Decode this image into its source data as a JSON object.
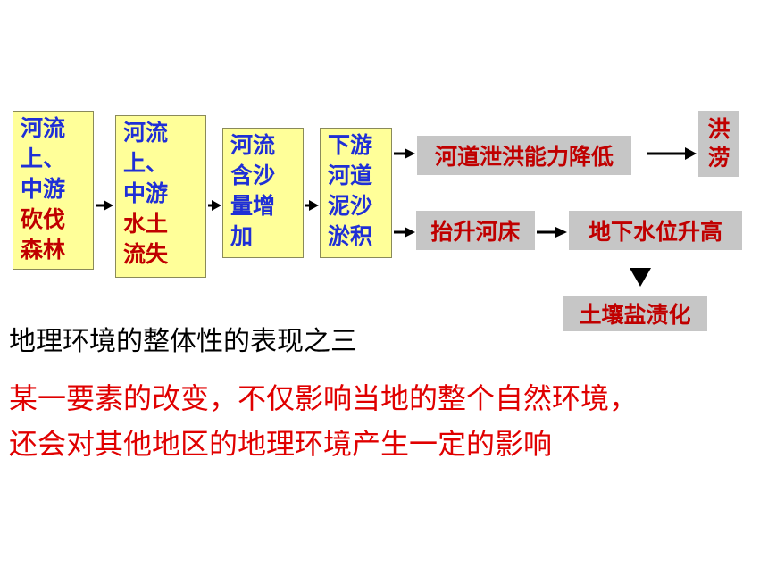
{
  "flow": {
    "box1": [
      "河流",
      "上、",
      "中游",
      "砍伐",
      "森林"
    ],
    "box2": [
      "河流",
      "上、",
      "中游",
      "水土",
      "流失"
    ],
    "box3": [
      "河流",
      "含沙",
      "量增",
      "加"
    ],
    "box4": [
      "下游",
      "河道",
      "泥沙",
      "淤积"
    ],
    "branch_top": "河道泄洪能力降低",
    "flood": [
      "洪",
      "涝"
    ],
    "branch_bottom": "抬升河床",
    "groundwater": "地下水位升高",
    "salinization": "土壤盐渍化"
  },
  "text": {
    "heading": "地理环境的整体性的表现之三",
    "line1": "某一要素的改变，不仅影响当地的整个自然环境，",
    "line2": "还会对其他地区的地理环境产生一定的影响"
  },
  "colors": {
    "box_fill": "#ffff99",
    "grey_fill": "#c6c6c6",
    "blue_text": "#1f2fd6",
    "red_text": "#c00000",
    "body_red": "#e00000"
  }
}
